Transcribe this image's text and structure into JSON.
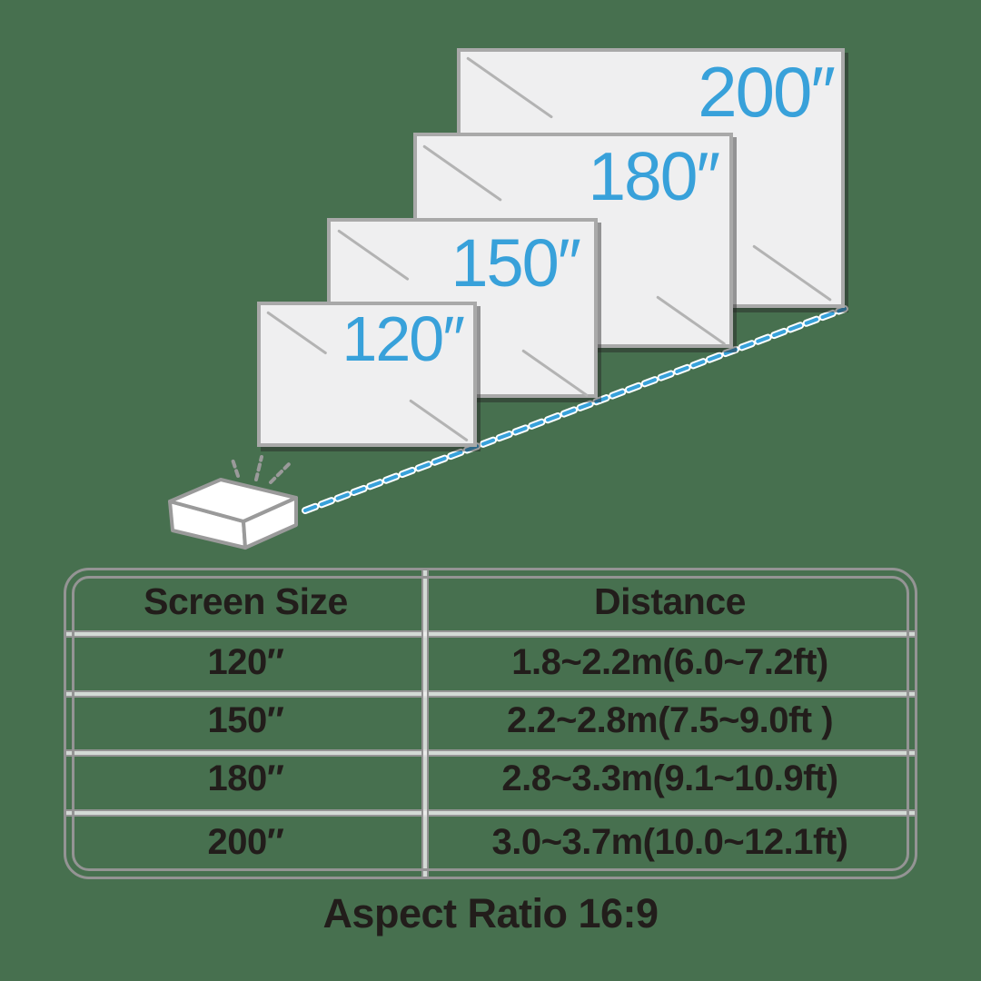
{
  "colors": {
    "background_green": "#47704F",
    "accent_blue": "#38A1DA",
    "screen_fill": "#EFEFF0",
    "screen_border": "#A9A9A9",
    "table_line_gray": "#949494",
    "text_dark": "#221D1B"
  },
  "diagram": {
    "screens": [
      {
        "label": "200″"
      },
      {
        "label": "180″"
      },
      {
        "label": "150″"
      },
      {
        "label": "120″"
      }
    ],
    "projector": "projector-box",
    "beam": "dashed projection beam to 200″ screen corner"
  },
  "table": {
    "headers": [
      "Screen Size",
      "Distance"
    ],
    "rows": [
      {
        "size": "120″",
        "distance": "1.8~2.2m(6.0~7.2ft)"
      },
      {
        "size": "150″",
        "distance": "2.2~2.8m(7.5~9.0ft )"
      },
      {
        "size": "180″",
        "distance": "2.8~3.3m(9.1~10.9ft)"
      },
      {
        "size": "200″",
        "distance": "3.0~3.7m(10.0~12.1ft)"
      }
    ]
  },
  "footer": {
    "aspect_ratio_note": "Aspect Ratio 16:9"
  }
}
